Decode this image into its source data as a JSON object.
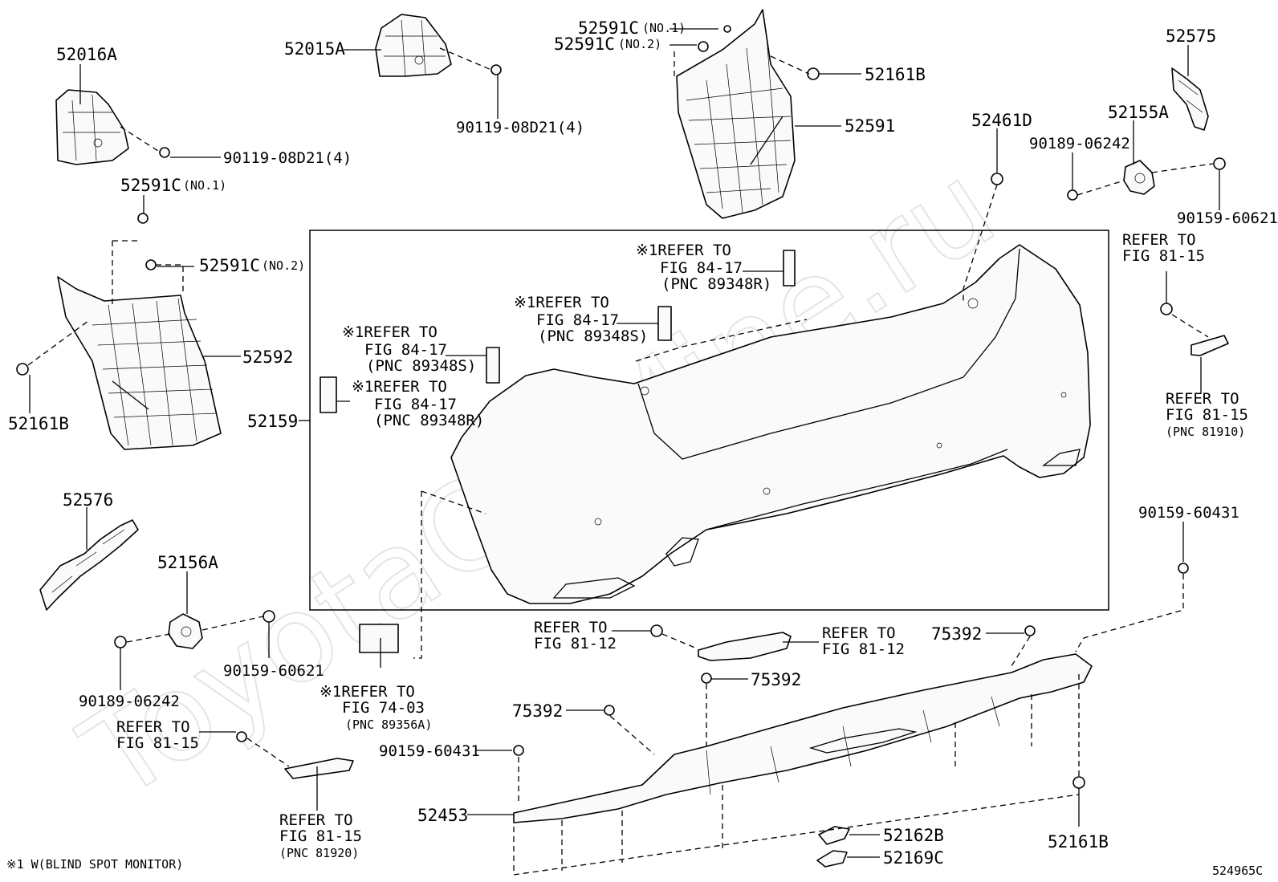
{
  "watermark": "ToyotaCarMine.ru",
  "drawing_id": "524965C",
  "footnote": "※1 W(BLIND SPOT MONITOR)",
  "labels": {
    "p52016A": "52016A",
    "p52015A": "52015A",
    "p90119a": "90119-08D21(4)",
    "p90119b": "90119-08D21(4)",
    "p52591C_no1_top": "52591C",
    "no1_top": "(NO.1)",
    "p52591C_no2_top": "52591C",
    "no2_top": "(NO.2)",
    "p52161B_top": "52161B",
    "p52591": "52591",
    "p52575": "52575",
    "p52155A": "52155A",
    "p52461D": "52461D",
    "p90189a": "90189-06242",
    "p90159a": "90159-60621",
    "p52591C_no1_left": "52591C",
    "no1_left": "(NO.1)",
    "p52591C_no2_left": "52591C",
    "no2_left": "(NO.2)",
    "p52592": "52592",
    "p52161B_left": "52161B",
    "p52159": "52159",
    "p52576": "52576",
    "p52156A": "52156A",
    "p90159b": "90159-60621",
    "p90189b": "90189-06242",
    "p90159c": "90159-60431",
    "p90159d": "90159-60431",
    "p75392a": "75392",
    "p75392b": "75392",
    "p75392c": "75392",
    "p52453": "52453",
    "p52162B": "52162B",
    "p52169C": "52169C",
    "p52161B_bottom": "52161B"
  },
  "refs": {
    "r1": [
      "※1REFER TO",
      "FIG 84-17",
      "(PNC 89348R)"
    ],
    "r2": [
      "※1REFER TO",
      "FIG 84-17",
      "(PNC 89348S)"
    ],
    "r3": [
      "※1REFER TO",
      "FIG 84-17",
      "(PNC 89348S)"
    ],
    "r4": [
      "※1REFER TO",
      "FIG 84-17",
      "(PNC 89348R)"
    ],
    "r5": [
      "※1REFER TO",
      "FIG 74-03",
      "(PNC 89356A)"
    ],
    "r6": [
      "REFER TO",
      "FIG 81-15"
    ],
    "r7": [
      "REFER TO",
      "FIG 81-15",
      "(PNC 81910)"
    ],
    "r8": [
      "REFER TO",
      "FIG 81-12"
    ],
    "r9": [
      "REFER TO",
      "FIG 81-12"
    ],
    "r10": [
      "REFER TO",
      "FIG 81-15"
    ],
    "r11": [
      "REFER TO",
      "FIG 81-15",
      "(PNC 81920)"
    ]
  }
}
